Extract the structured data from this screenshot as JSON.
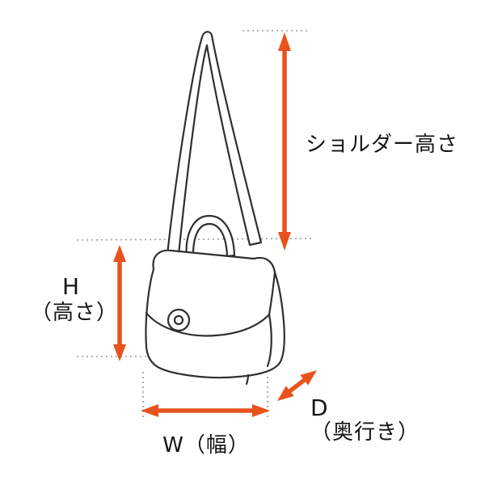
{
  "figure": {
    "background": "#ffffff",
    "line_color": "#2f2f2f",
    "dotted_color": "#9b9b9b",
    "arrow_color": "#e8521d",
    "labels": {
      "shoulder_height": "ショルダー高さ",
      "height_abbr": "H",
      "height_name": "（高さ）",
      "width": "W（幅）",
      "depth_abbr": "D",
      "depth_name": "（奥行き）"
    }
  }
}
